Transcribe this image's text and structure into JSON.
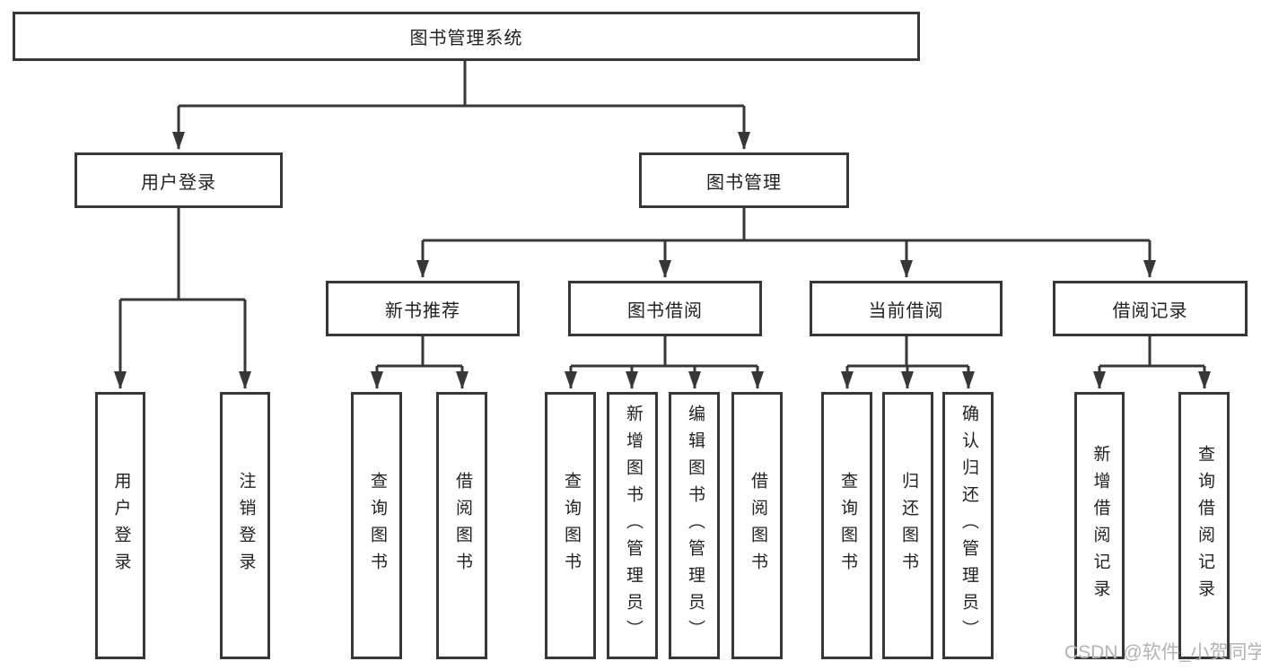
{
  "diagram": {
    "kind": "hierarchy-tree",
    "watermark": "CSDN @软件_小贺同学",
    "colors": {
      "line": "#373737",
      "box_border": "#373737",
      "text": "#222222",
      "watermark": "#b3b3b3",
      "background": "#ffffff"
    },
    "tree": {
      "root": "图书管理系统",
      "children": [
        {
          "label": "用户登录",
          "children": [
            "用户登录",
            "注销登录"
          ]
        },
        {
          "label": "图书管理",
          "children": [
            {
              "label": "新书推荐",
              "children": [
                "查询图书",
                "借阅图书"
              ]
            },
            {
              "label": "图书借阅",
              "children": [
                "查询图书",
                "新增图书（管理员）",
                "编辑图书（管理员）",
                "借阅图书"
              ]
            },
            {
              "label": "当前借阅",
              "children": [
                "查询图书",
                "归还图书",
                "确认归还（管理员）"
              ]
            },
            {
              "label": "借阅记录",
              "children": [
                "新增借阅记录",
                "查询借阅记录"
              ]
            }
          ]
        }
      ]
    }
  }
}
